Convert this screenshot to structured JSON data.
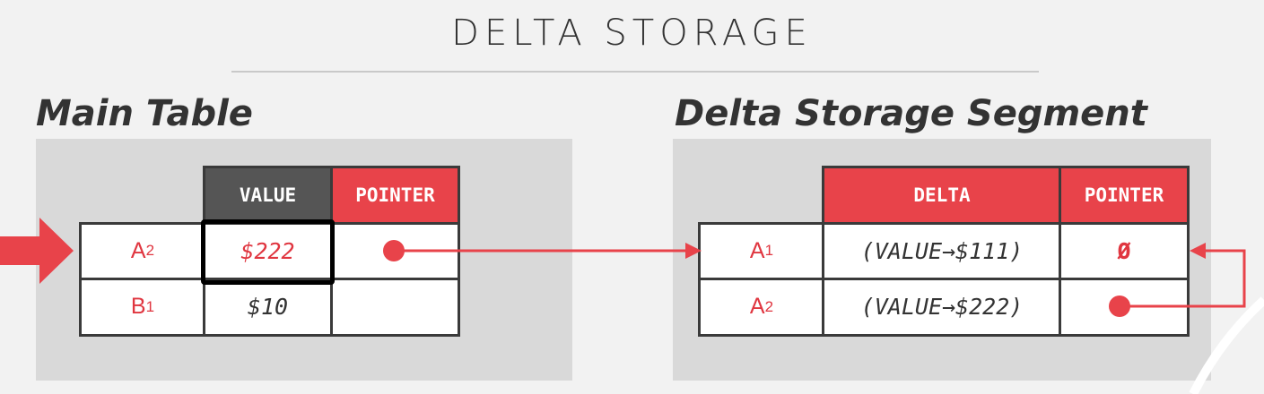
{
  "slide": {
    "title": "DELTA STORAGE"
  },
  "main_table": {
    "label": "Main Table",
    "headers": [
      "VALUE",
      "POINTER"
    ],
    "rows": [
      {
        "key": "A",
        "key_sub": "2",
        "value": "$222"
      },
      {
        "key": "B",
        "key_sub": "1",
        "value": "$10"
      }
    ]
  },
  "delta_segment": {
    "label": "Delta Storage Segment",
    "headers": [
      "DELTA",
      "POINTER"
    ],
    "rows": [
      {
        "key": "A",
        "key_sub": "1",
        "delta": "(VALUE→$111)",
        "pointer": "Ø"
      },
      {
        "key": "A",
        "key_sub": "2",
        "delta": "(VALUE→$222)",
        "pointer": ""
      }
    ]
  },
  "colors": {
    "accent_red": "#e8434a",
    "header_dark": "#555555",
    "panel_gray": "#d9d9d9"
  }
}
